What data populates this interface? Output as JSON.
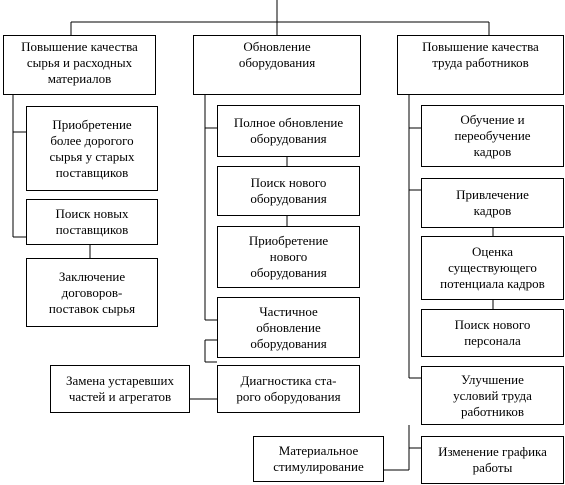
{
  "top_nodes": [
    {
      "id": "raw",
      "label": "Повышение качества\nсырья и расходных\nматериалов"
    },
    {
      "id": "equip",
      "label": "Обновление\nоборудования"
    },
    {
      "id": "staff",
      "label": "Повышение качества\nтруда работников"
    }
  ],
  "raw_children": [
    {
      "id": "raw1",
      "label": "Приобретение\nболее дорогого\nсырья у старых\nпоставщиков"
    },
    {
      "id": "raw2",
      "label": "Поиск новых\nпоставщиков"
    },
    {
      "id": "raw3",
      "label": "Заключение\nдоговоров-\nпоставок сырья"
    }
  ],
  "equip_children": [
    {
      "id": "eq1",
      "label": "Полное обновление\nоборудования"
    },
    {
      "id": "eq2",
      "label": "Поиск нового\nоборудования"
    },
    {
      "id": "eq3",
      "label": "Приобретение\nнового\nоборудования"
    },
    {
      "id": "eq4",
      "label": "Частичное\nобновление\nоборудования"
    },
    {
      "id": "eq5",
      "label": "Диагностика ста-\nрого оборудования"
    },
    {
      "id": "eq6",
      "label": "Замена устаревших\nчастей и агрегатов"
    }
  ],
  "staff_children": [
    {
      "id": "st1",
      "label": "Обучение и\nпереобучение\nкадров"
    },
    {
      "id": "st2",
      "label": "Привлечение\nкадров"
    },
    {
      "id": "st3",
      "label": "Оценка\nсуществующего\nпотенциала кадров"
    },
    {
      "id": "st4",
      "label": "Поиск нового\nперсонала"
    },
    {
      "id": "st5",
      "label": "Улучшение\nусловий труда\nработников"
    },
    {
      "id": "st6",
      "label": "Изменение графика\nработы"
    },
    {
      "id": "st7",
      "label": "Материальное\nстимулирование"
    }
  ]
}
